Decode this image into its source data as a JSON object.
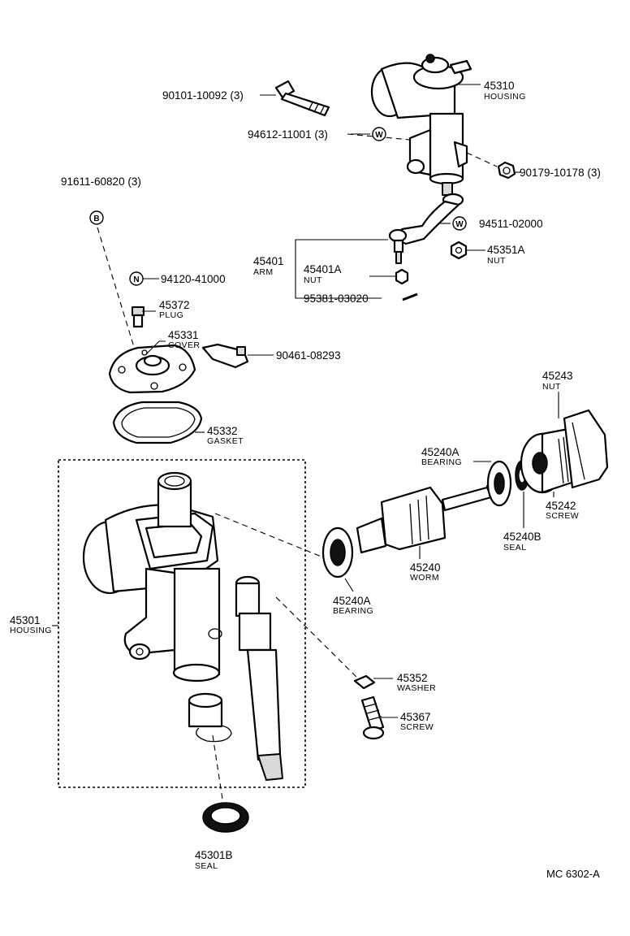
{
  "labels": {
    "p90101": "90101-10092 (3)",
    "p94612": "94612-11001 (3)",
    "p45310": "45310",
    "p45310_name": "HOUSING",
    "p90179": "90179-10178 (3)",
    "p91611": "91611-60820 (3)",
    "p94511": "94511-02000",
    "p45351A": "45351A",
    "p45351A_name": "NUT",
    "p45401": "45401",
    "p45401_name": "ARM",
    "p45401A": "45401A",
    "p45401A_name": "NUT",
    "p95381": "95381-03020",
    "p94120": "94120-41000",
    "p45372": "45372",
    "p45372_name": "PLUG",
    "p45331": "45331",
    "p45331_name": "COVER",
    "p90461": "90461-08293",
    "p45243": "45243",
    "p45243_name": "NUT",
    "p45332": "45332",
    "p45332_name": "GASKET",
    "p45240A_top": "45240A",
    "p45240A_top_name": "BEARING",
    "p45242": "45242",
    "p45242_name": "SCREW",
    "p45240B": "45240B",
    "p45240B_name": "SEAL",
    "p45240": "45240",
    "p45240_name": "WORM",
    "p45240A_bot": "45240A",
    "p45240A_bot_name": "BEARING",
    "p45301": "45301",
    "p45301_name": "HOUSING",
    "p45352": "45352",
    "p45352_name": "WASHER",
    "p45367": "45367",
    "p45367_name": "SCREW",
    "p45301B": "45301B",
    "p45301B_name": "SEAL",
    "ref_code": "MC 6302-A"
  },
  "symbols": {
    "w1": "W",
    "w2": "W",
    "b": "B",
    "n": "N"
  }
}
